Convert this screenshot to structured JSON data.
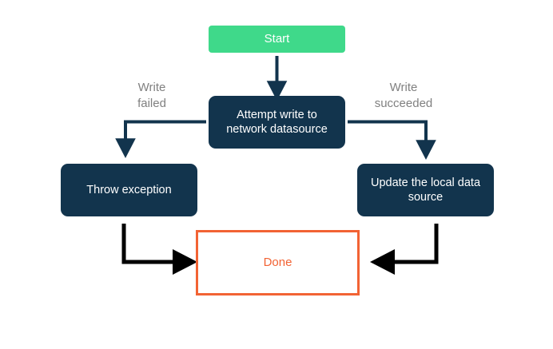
{
  "diagram": {
    "type": "flowchart",
    "background": "#ffffff",
    "colors": {
      "start_fill": "#3FD98A",
      "process_fill": "#12344D",
      "process_text": "#ffffff",
      "done_border": "#F26334",
      "done_text": "#F26334",
      "done_fill": "#ffffff",
      "edge_label_text": "#808080",
      "branch_connector": "#12344D",
      "bottom_connector": "#000000"
    },
    "nodes": [
      {
        "id": "start",
        "label": "Start",
        "shape": "rounded-rect",
        "role": "terminator"
      },
      {
        "id": "attempt",
        "label": "Attempt write to network datasource",
        "line1": "Attempt write to",
        "line2": "network datasource",
        "shape": "rounded-rect",
        "role": "process"
      },
      {
        "id": "throw",
        "label": "Throw exception",
        "line1": "Throw exception",
        "line2": "",
        "shape": "rounded-rect",
        "role": "process"
      },
      {
        "id": "update",
        "label": "Update the local data source",
        "line1": "Update the local data",
        "line2": "source",
        "shape": "rounded-rect",
        "role": "process"
      },
      {
        "id": "done",
        "label": "Done",
        "shape": "rect",
        "role": "terminator"
      }
    ],
    "edges": [
      {
        "from": "start",
        "to": "attempt",
        "label": ""
      },
      {
        "from": "attempt",
        "to": "throw",
        "label": "Write failed",
        "label_line1": "Write",
        "label_line2": "failed"
      },
      {
        "from": "attempt",
        "to": "update",
        "label": "Write succeeded",
        "label_line1": "Write",
        "label_line2": "succeeded"
      },
      {
        "from": "throw",
        "to": "done",
        "label": ""
      },
      {
        "from": "update",
        "to": "done",
        "label": ""
      }
    ]
  }
}
